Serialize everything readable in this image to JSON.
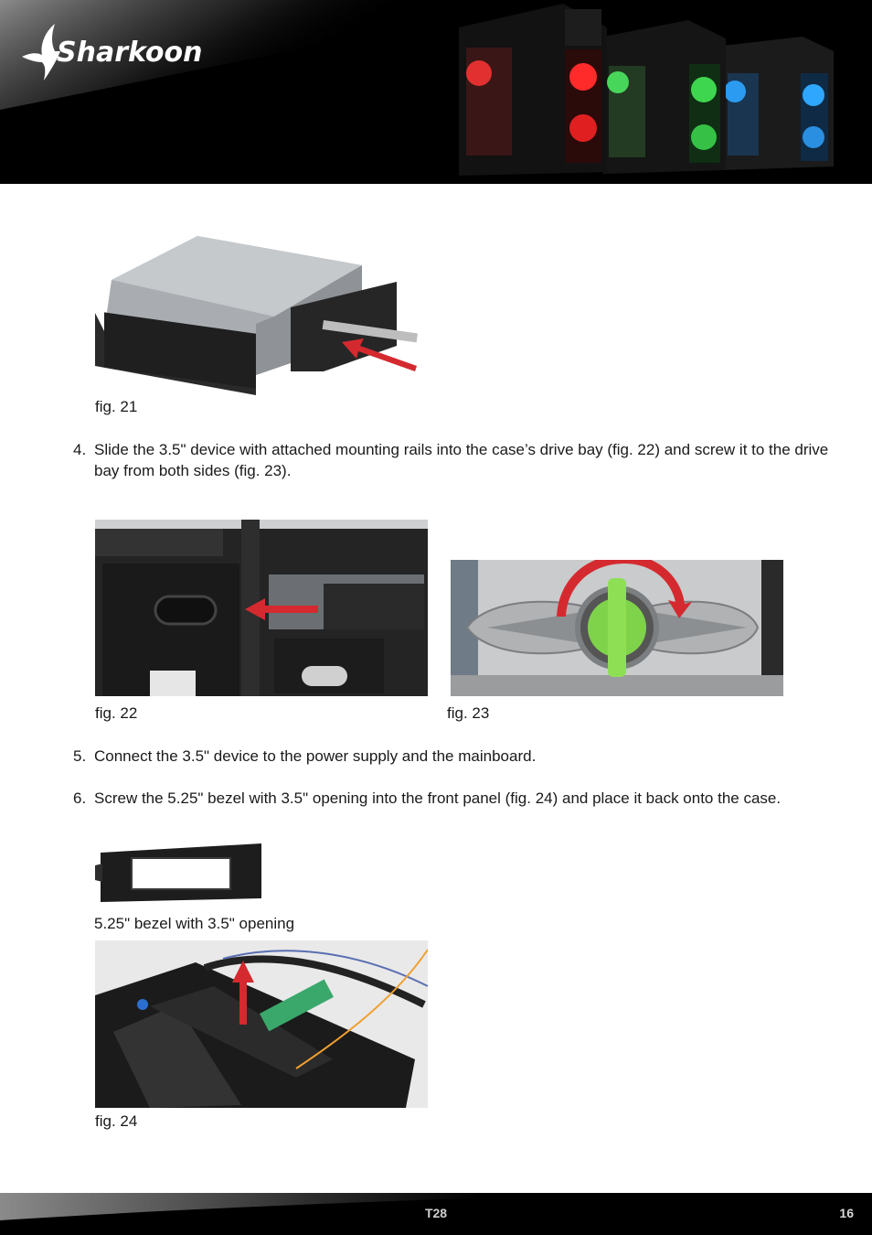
{
  "brand": {
    "logo_text": "Sharkoon"
  },
  "figures": {
    "fig21_caption": "fig. 21",
    "fig22_caption": "fig. 22",
    "fig23_caption": "fig. 23",
    "bezel_caption": "5.25\" bezel with 3.5\" opening",
    "fig24_caption": "fig. 24"
  },
  "steps": [
    {
      "number": "4.",
      "text": "Slide the 3.5\" device with attached mounting rails into the case’s drive bay (fig. 22) and screw it to the drive bay from both sides (fig. 23)."
    },
    {
      "number": "5.",
      "text": "Connect the 3.5\" device to the power supply and the mainboard."
    },
    {
      "number": "6.",
      "text": "Screw the 5.25\" bezel with 3.5\" opening into the front panel (fig. 24) and place it back onto the case."
    }
  ],
  "footer": {
    "model": "T28",
    "page_number": "16"
  },
  "colors": {
    "arrow_red": "#d42a2f",
    "knob_green": "#7fd34a",
    "header_bg": "#000000"
  }
}
